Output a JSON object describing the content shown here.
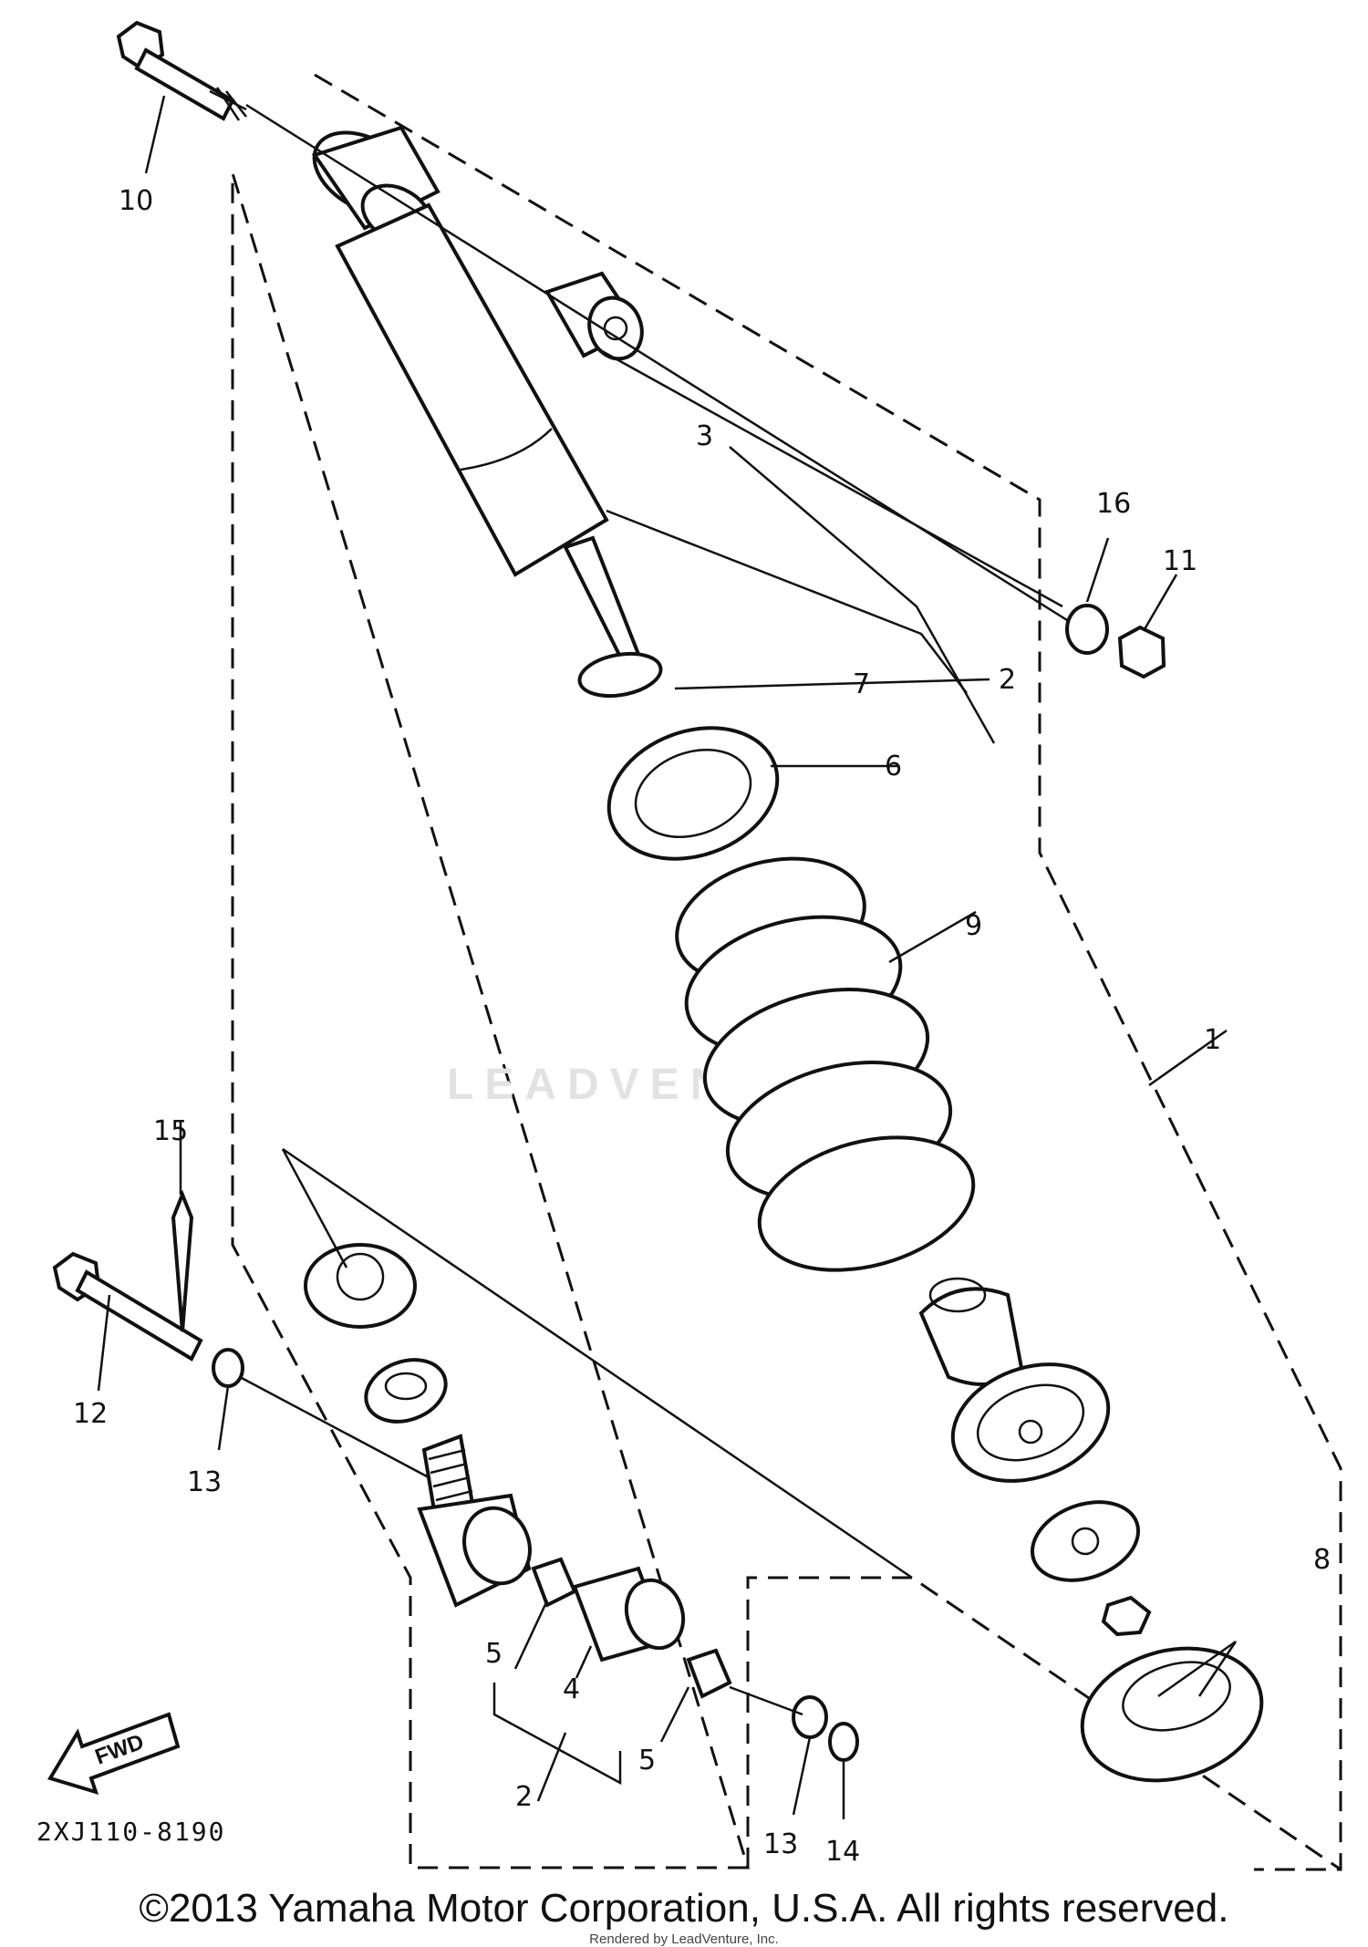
{
  "diagram": {
    "part_number": "2XJ110-8190",
    "watermark": "LEADVENTURE",
    "fwd_label": "FWD",
    "callouts": [
      "1",
      "2",
      "3",
      "4",
      "5",
      "6",
      "7",
      "8",
      "9",
      "10",
      "11",
      "12",
      "13",
      "14",
      "15",
      "16"
    ]
  },
  "footer": {
    "copyright": "©2013 Yamaha Motor Corporation, U.S.A. All rights reserved.",
    "rendered_by": "Rendered by LeadVenture, Inc."
  }
}
